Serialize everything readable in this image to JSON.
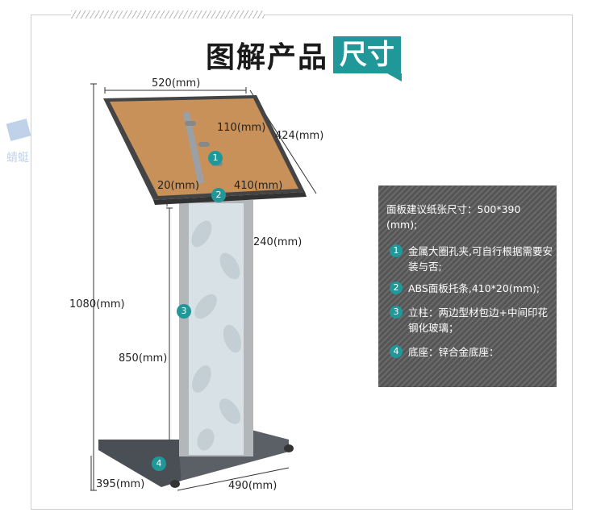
{
  "title": {
    "main": "图解产品",
    "accent": "尺寸"
  },
  "watermark": {
    "text": "蜻蜓"
  },
  "dimensions": {
    "width_top": "520(mm)",
    "depth_top": "424(mm)",
    "clip": "110(mm)",
    "ledge_h": "20(mm)",
    "ledge_w": "410(mm)",
    "column": "240(mm)",
    "height": "1080(mm)",
    "column_h": "850(mm)",
    "base_d": "395(mm)",
    "base_w": "490(mm)"
  },
  "markers": [
    "1",
    "2",
    "3",
    "4"
  ],
  "info": {
    "head": "面板建议纸张尺寸：500*390 (mm);",
    "items": [
      {
        "num": "1",
        "text": "金属大圈孔夹,可自行根据需要安装与否;"
      },
      {
        "num": "2",
        "text": "ABS面板托条,410*20(mm);"
      },
      {
        "num": "3",
        "text": "立柱：两边型材包边+中间印花钢化玻璃；"
      },
      {
        "num": "4",
        "text": "底座：锌合金底座："
      }
    ]
  },
  "colors": {
    "accent": "#20989a",
    "panel": "#555555",
    "wood": "#c8915a"
  }
}
